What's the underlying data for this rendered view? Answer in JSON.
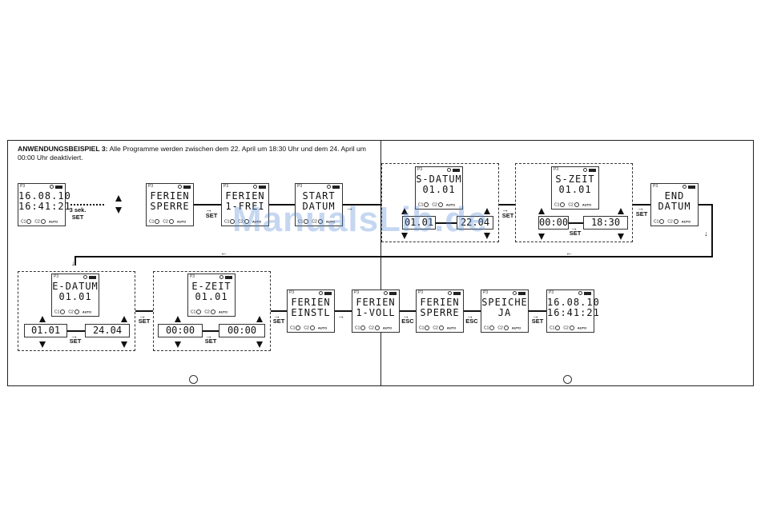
{
  "heading": {
    "bold": "ANWENDUNGSBEISPIEL 3:",
    "text": "Alle Programme werden zwischen dem 22. April um 18:30 Uhr und dem 24. April um 00:00 Uhr deaktiviert."
  },
  "display_footer": {
    "c1": "C1",
    "c2": "C2",
    "auto": "AUTO"
  },
  "displays": {
    "d1": {
      "l1": "16.08.10",
      "l2": "16:41:21"
    },
    "d2": {
      "l1": "FERIEN",
      "l2": "SPERRE"
    },
    "d3": {
      "l1": "FERIEN",
      "l2": "1-FREI"
    },
    "d4": {
      "l1": "START",
      "l2": "DATUM"
    },
    "d5": {
      "l1": "S-DATUM",
      "l2": "01.01"
    },
    "d6": {
      "l1": "S-ZEIT",
      "l2": "01.01"
    },
    "d7": {
      "l1": "END",
      "l2": "DATUM"
    },
    "d8": {
      "l1": "E-DATUM",
      "l2": "01.01"
    },
    "d9": {
      "l1": "E-ZEIT",
      "l2": "01.01"
    },
    "d10": {
      "l1": "FERIEN",
      "l2": "EINSTL"
    },
    "d11": {
      "l1": "FERIEN",
      "l2": "1-VOLL"
    },
    "d12": {
      "l1": "FERIEN",
      "l2": "SPERRE"
    },
    "d13": {
      "l1": "SPEICHE",
      "l2": "JA"
    },
    "d14": {
      "l1": "16.08.10",
      "l2": "16:41:21"
    }
  },
  "fields": {
    "s_datum_from": "01.01",
    "s_datum_to": "22.04",
    "s_zeit_from": "00:00",
    "s_zeit_to": "18:30",
    "e_datum_from": "01.01",
    "e_datum_to": "24.04",
    "e_zeit_from": "00:00",
    "e_zeit_to": "00:00"
  },
  "labels": {
    "hold": "3 sek.",
    "set": "SET",
    "esc": "ESC",
    "arrow_right": "→",
    "arrow_left": "←",
    "arrow_down": "↓"
  },
  "watermark": "ManualsLib.de"
}
